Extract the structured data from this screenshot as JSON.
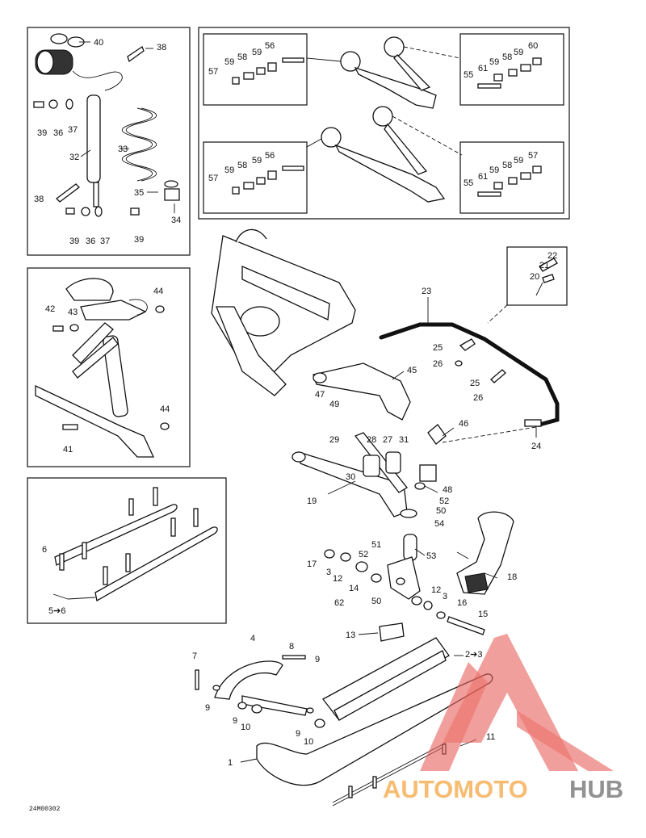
{
  "diagram_code": "24M00302",
  "watermark": {
    "brand_part_a": "AUTOMOTO",
    "brand_part_b": "HUB",
    "color_a": "#f6b15a",
    "color_b": "#7f7f7f",
    "logo_color": "#e8605a"
  },
  "labels": {
    "l1": "1",
    "l2_3": "2➔3",
    "l3a": "3",
    "l3b": "3",
    "l4": "4",
    "l5_6": "5➔6",
    "l6": "6",
    "l7": "7",
    "l8": "8",
    "l9a": "9",
    "l9b": "9",
    "l9c": "9",
    "l9d": "9",
    "l10a": "10",
    "l10b": "10",
    "l11": "11",
    "l12a": "12",
    "l12b": "12",
    "l13": "13",
    "l14": "14",
    "l15": "15",
    "l16": "16",
    "l17": "17",
    "l18": "18",
    "l19": "19",
    "l20": "20",
    "l21": "21",
    "l22": "22",
    "l23": "23",
    "l24": "24",
    "l25a": "25",
    "l25b": "25",
    "l26a": "26",
    "l26b": "26",
    "l27": "27",
    "l28": "28",
    "l29": "29",
    "l30": "30",
    "l31": "31",
    "l32": "32",
    "l33": "33",
    "l34": "34",
    "l35": "35",
    "l36a": "36",
    "l36b": "36",
    "l37a": "37",
    "l37b": "37",
    "l38a": "38",
    "l38b": "38",
    "l39a": "39",
    "l39b": "39",
    "l39c": "39",
    "l40": "40",
    "l41": "41",
    "l42": "42",
    "l43": "43",
    "l44a": "44",
    "l44b": "44",
    "l45": "45",
    "l46": "46",
    "l47": "47",
    "l48": "48",
    "l49": "49",
    "l50a": "50",
    "l50b": "50",
    "l51": "51",
    "l52a": "52",
    "l52b": "52",
    "l53": "53",
    "l54": "54",
    "l55a": "55",
    "l55b": "55",
    "l56a": "56",
    "l56b": "56",
    "l57a": "57",
    "l57b": "57",
    "l57c": "57",
    "l58a": "58",
    "l58b": "58",
    "l58c": "58",
    "l58d": "58",
    "l59a": "59",
    "l59b": "59",
    "l59c": "59",
    "l59d": "59",
    "l59e": "59",
    "l59f": "59",
    "l59g": "59",
    "l59h": "59",
    "l60": "60",
    "l61a": "61",
    "l61b": "61",
    "l62": "62"
  }
}
